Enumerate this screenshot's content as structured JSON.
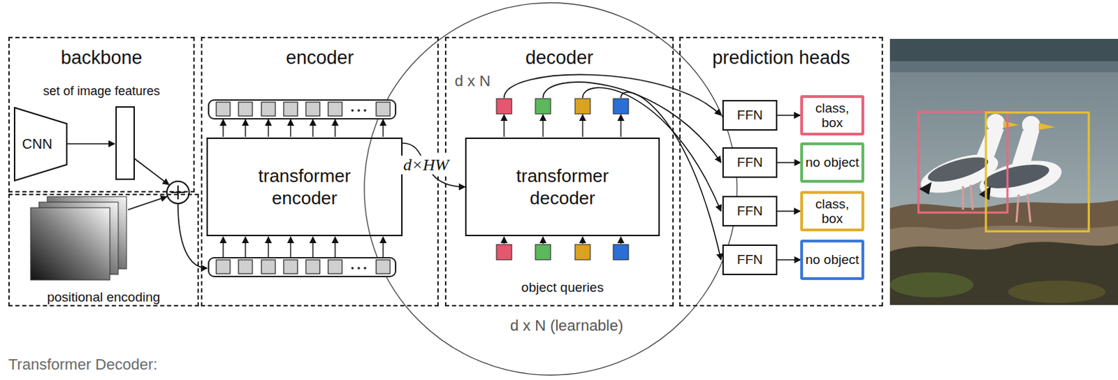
{
  "diagram": {
    "nodes": [
      {
        "text": [
          "backbone",
          "set of image features"
        ]
      },
      {
        "text": [
          "CNN"
        ],
        "in": 0
      },
      {
        "text": [
          "positional encoding"
        ]
      },
      {
        "text": [
          "encoder"
        ]
      },
      {
        "text": [
          "transformer encoder"
        ],
        "in": 3
      },
      {
        "text": [
          "decoder"
        ]
      },
      {
        "text": [
          "transformer decoder"
        ],
        "in": 5
      },
      {
        "text": [
          "prediction heads"
        ]
      },
      {
        "text": [
          "FFN"
        ],
        "in": 7
      },
      {
        "text": [
          "class, box"
        ],
        "in": 7
      },
      {
        "text": [
          "FFN"
        ],
        "in": 7
      },
      {
        "text": [
          "no object"
        ],
        "in": 7
      },
      {
        "text": [
          "FFN"
        ],
        "in": 7
      },
      {
        "text": [
          "class, box"
        ],
        "in": 7
      },
      {
        "text": [
          "FFN"
        ],
        "in": 7
      },
      {
        "text": [
          "no object"
        ],
        "in": 7
      }
    ],
    "edges": [
      {
        "from": 4,
        "to": 6,
        "arrow": "to",
        "label": "d×HW"
      },
      {
        "from": 8,
        "to": 9,
        "arrow": "to"
      },
      {
        "from": 10,
        "to": 11,
        "arrow": "to"
      },
      {
        "from": 12,
        "to": 13,
        "arrow": "to"
      },
      {
        "from": 14,
        "to": 15,
        "arrow": "to"
      }
    ],
    "labels": [
      "d x N",
      "object queries",
      "d x N (learnable)",
      "Transformer Decoder:"
    ]
  }
}
